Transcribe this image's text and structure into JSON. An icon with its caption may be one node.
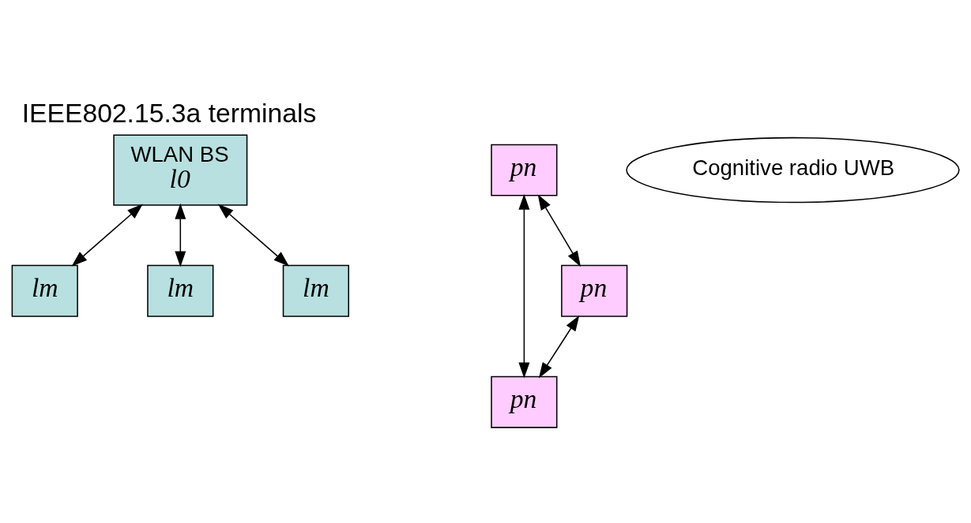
{
  "diagram": {
    "title": "IEEE802.15.3a terminals",
    "nodes": [
      {
        "text": [
          "WLAN BS",
          "l0"
        ]
      },
      {
        "text": [
          "lm"
        ]
      },
      {
        "text": [
          "pn"
        ]
      },
      {
        "text": [
          "pn"
        ]
      },
      {
        "text": [
          "lm"
        ]
      },
      {
        "text": [
          "pn"
        ]
      },
      {
        "text": [
          "lm"
        ]
      },
      {
        "text": [
          "Cognitive radio UWB"
        ]
      }
    ],
    "edges": [
      {
        "from": 0,
        "to": 1,
        "arrow": "both"
      },
      {
        "from": 0,
        "to": 6,
        "arrow": "both"
      },
      {
        "from": 0,
        "to": 4,
        "arrow": "both"
      },
      {
        "from": 3,
        "to": 2,
        "arrow": "both"
      },
      {
        "from": 3,
        "to": 5,
        "arrow": "both"
      },
      {
        "from": 5,
        "to": 2,
        "arrow": "both"
      }
    ]
  }
}
